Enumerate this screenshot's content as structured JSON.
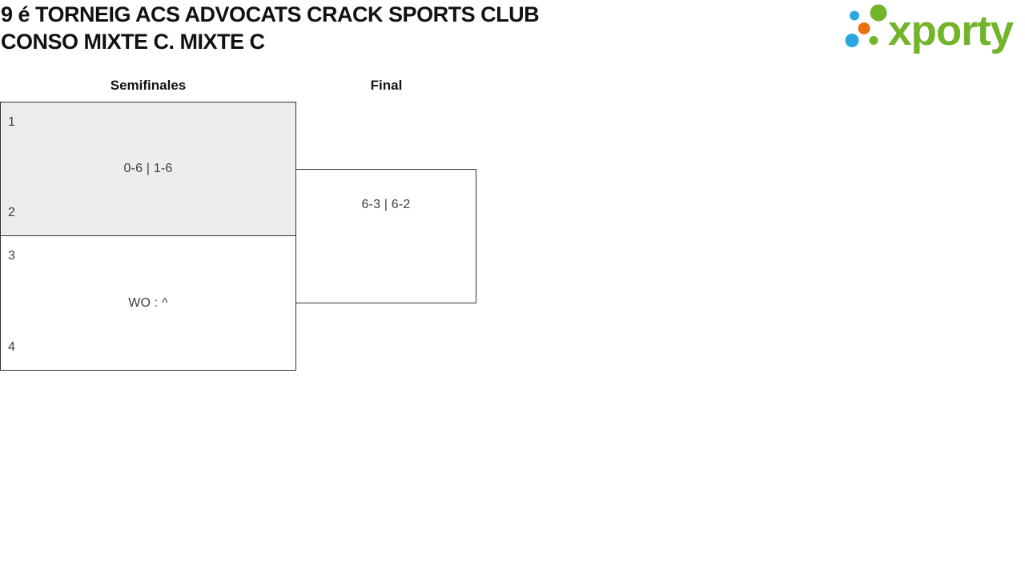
{
  "header": {
    "title_line1": "9 é TORNEIG ACS ADVOCATS CRACK SPORTS CLUB",
    "title_line2": "CONSO MIXTE C. MIXTE C"
  },
  "logo": {
    "wordmark": "xporty",
    "colors": {
      "green": "#72b42a",
      "blue": "#2aa7e0",
      "orange": "#e8720e"
    }
  },
  "bracket": {
    "round_headers": [
      "Semifinales",
      "Final"
    ],
    "matches": {
      "semifinal_1": {
        "seed_top": "1",
        "seed_bottom": "2",
        "score": "0-6 | 1-6"
      },
      "semifinal_2": {
        "seed_top": "3",
        "seed_bottom": "4",
        "score": "WO : ^"
      },
      "final": {
        "score": "6-3 | 6-2"
      }
    },
    "colors": {
      "border": "#333333",
      "highlight_bg": "#ececec",
      "text": "#3d3d3d"
    }
  }
}
